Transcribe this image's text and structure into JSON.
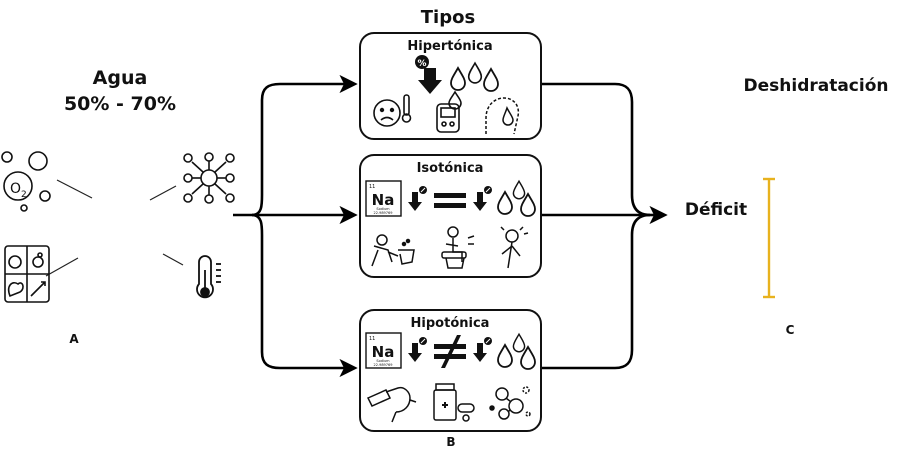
{
  "colors": {
    "water": "#a9d8ee",
    "head": "#111111",
    "deficit": "#f6935a",
    "bracket": "#e8b21e",
    "line": "#000000"
  },
  "left": {
    "title_line1": "Agua",
    "title_line2": "50% - 70%",
    "oxygen_symbol": "O",
    "oxygen_subscript": "2",
    "panel_label": "A",
    "icons": [
      "bubbles-oxygen-icon",
      "molecule-network-icon",
      "food-icon",
      "thermometer-icon"
    ]
  },
  "center": {
    "title": "Tipos",
    "panel_label": "B",
    "boxes": [
      {
        "title": "Hipertónica",
        "percent_glyph": "%"
      },
      {
        "title": "Isotónica",
        "element_symbol": "Na",
        "element_number": "11",
        "element_name": "Sodium",
        "element_mass": "22.989769"
      },
      {
        "title": "Hipotónica",
        "element_symbol": "Na",
        "element_number": "11",
        "element_name": "Sodium",
        "element_mass": "22.989769"
      }
    ]
  },
  "right": {
    "title": "Deshidratación",
    "deficit_label": "Déficit",
    "panel_label": "C"
  }
}
